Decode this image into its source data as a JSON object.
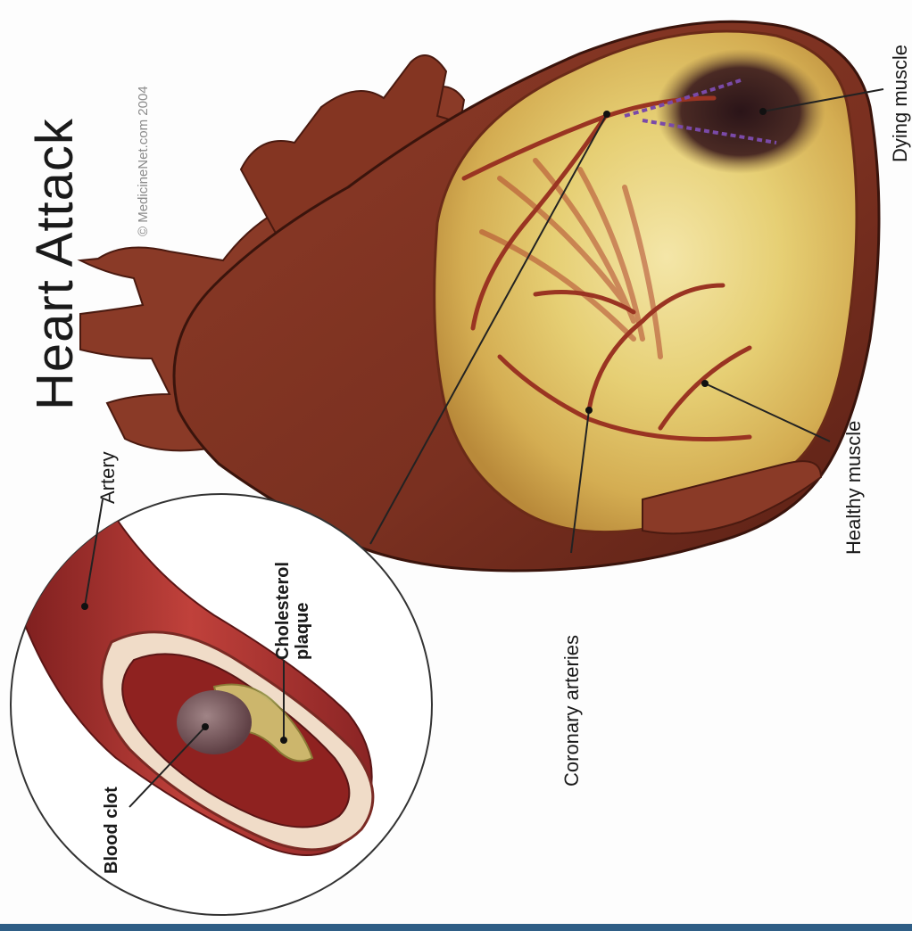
{
  "title": "Heart Attack",
  "copyright": "© MedicineNet.com   2004",
  "labels": {
    "dying_muscle": "Dying muscle",
    "healthy_muscle": "Healthy muscle",
    "coronary_arteries": "Coronary arteries",
    "artery": "Artery",
    "cholesterol_plaque_line1": "Cholesterol",
    "cholesterol_plaque_line2": "plaque",
    "blood_clot": "Blood clot"
  },
  "colors": {
    "heart_dark": "#6e2a1c",
    "heart_mid": "#8c3a26",
    "muscle_yellow": "#e9d27a",
    "dying_dark": "#3a1e22",
    "artery_red": "#9e2d2b",
    "vessel_wall": "#f0dcc8",
    "clot": "#7c5b5e",
    "bottom_bar": "#2f5e86"
  }
}
